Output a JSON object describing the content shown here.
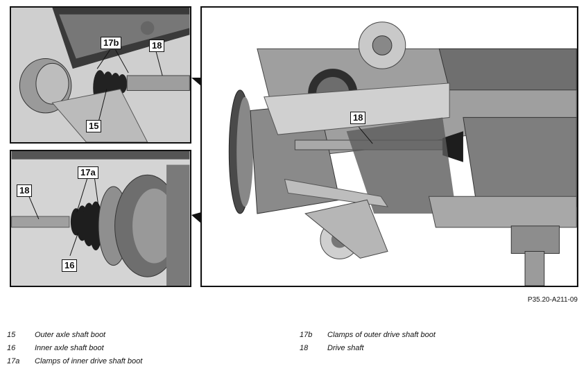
{
  "figure_code": "P35.20-A211-09",
  "callouts": {
    "top_inset": [
      "17b",
      "18",
      "15"
    ],
    "bottom_inset": [
      "18",
      "17a",
      "16"
    ],
    "main": [
      "18"
    ]
  },
  "legend": [
    {
      "num": "15",
      "text": "Outer axle shaft boot"
    },
    {
      "num": "16",
      "text": "Inner axle shaft boot"
    },
    {
      "num": "17a",
      "text": "Clamps of inner drive shaft boot"
    },
    {
      "num": "17b",
      "text": "Clamps of outer drive shaft boot"
    },
    {
      "num": "18",
      "text": "Drive shaft"
    }
  ]
}
